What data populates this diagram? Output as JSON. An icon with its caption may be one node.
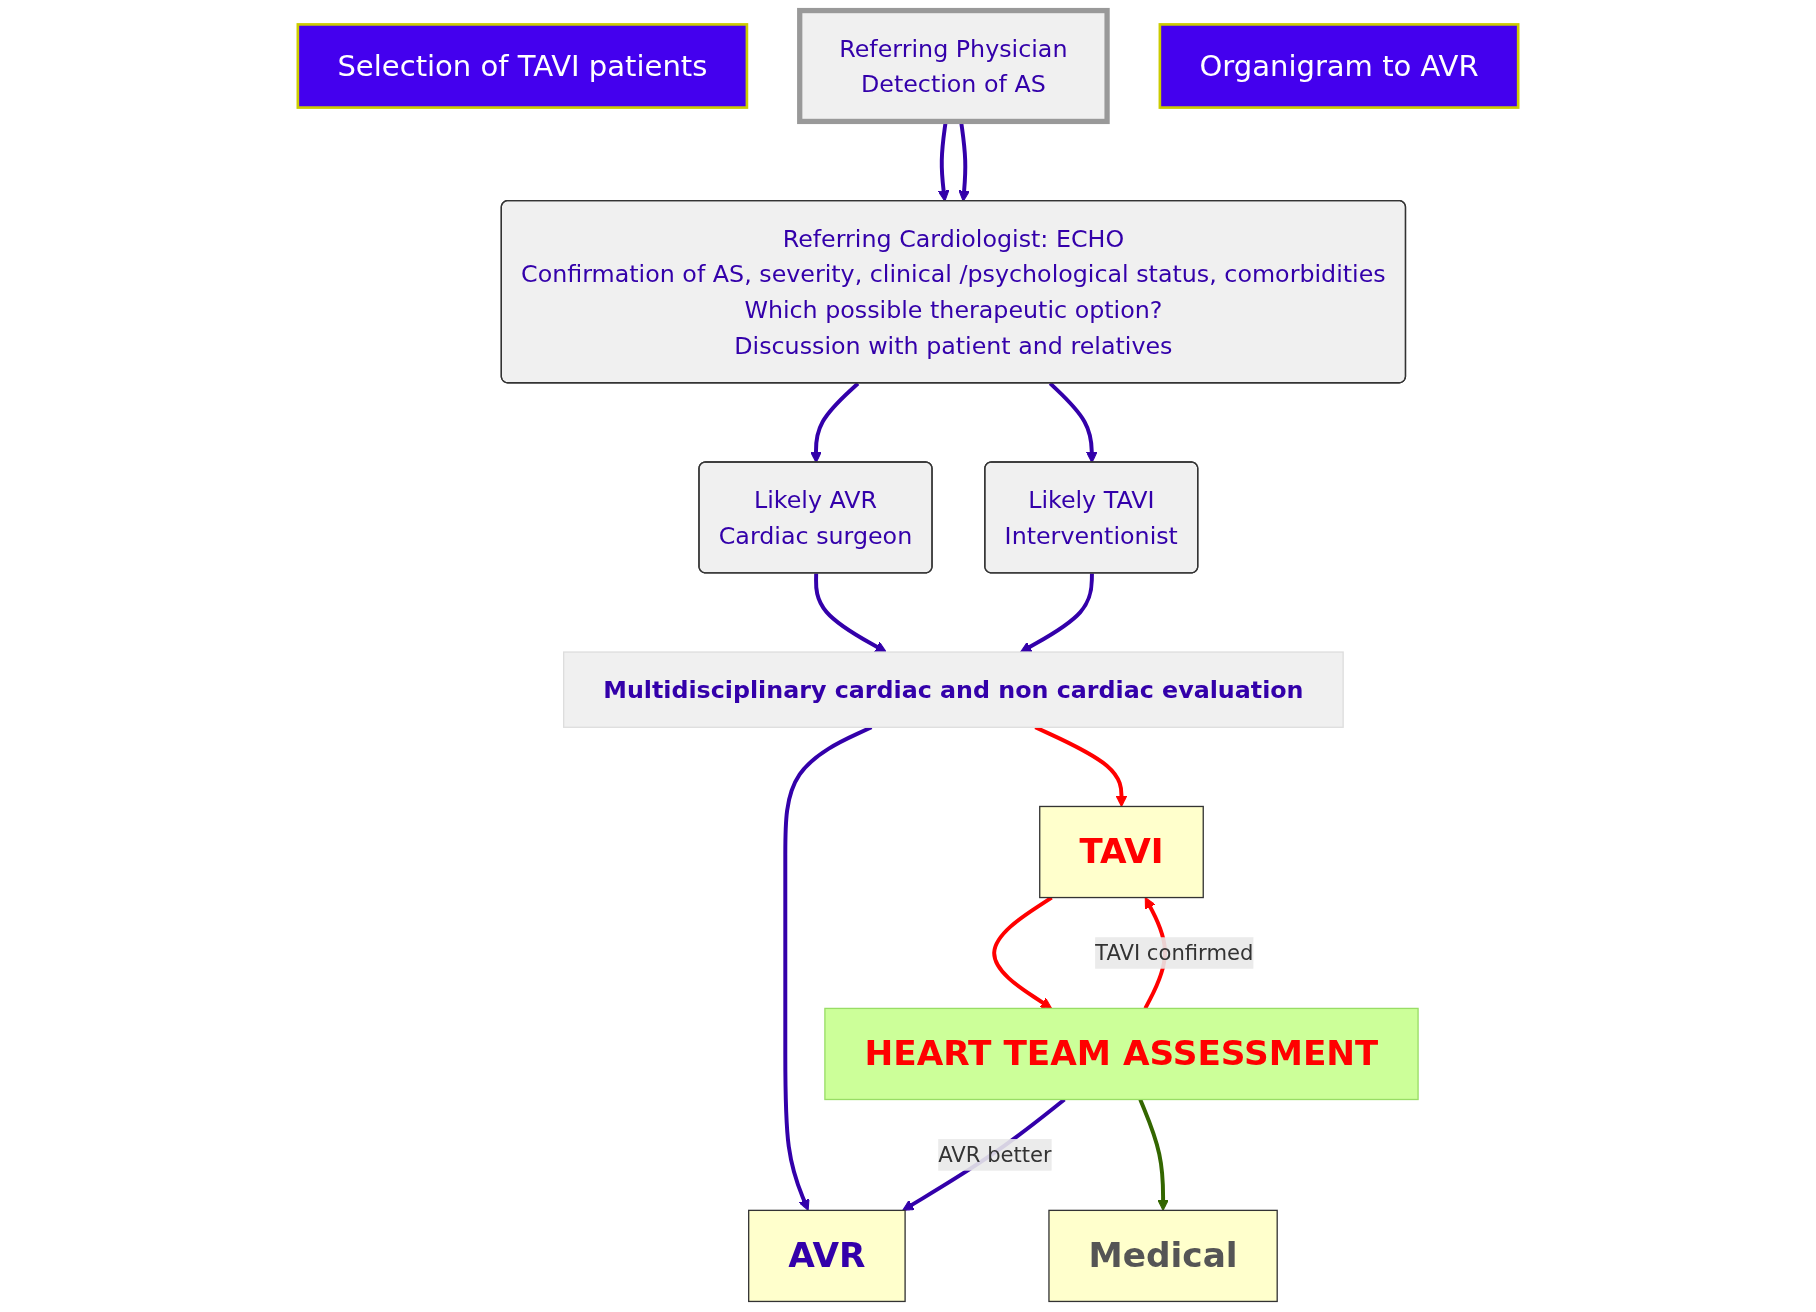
{
  "diagram": {
    "nodes": [
      {
        "text": [
          "Selection of TAVI patients"
        ]
      },
      {
        "text": [
          "Referring Physician",
          "Detection of AS"
        ]
      },
      {
        "text": [
          "Organigram to AVR"
        ]
      },
      {
        "text": [
          "Referring Cardiologist: ECHO",
          "Confirmation of AS, severity, clinical /psychological status, comorbidities",
          "Which possible therapeutic option?",
          "Discussion with patient and relatives"
        ]
      },
      {
        "text": [
          "Likely AVR",
          "Cardiac surgeon"
        ]
      },
      {
        "text": [
          "Likely TAVI",
          "Interventionist"
        ]
      },
      {
        "text": [
          "Multidisciplinary cardiac and non cardiac evaluation"
        ]
      },
      {
        "text": [
          "HEART TEAM ASSESSMENT"
        ]
      },
      {
        "text": [
          "AVR"
        ]
      },
      {
        "text": [
          "Medical"
        ]
      },
      {
        "text": [
          "TAVI"
        ]
      }
    ],
    "edges": [
      {
        "from": 1,
        "to": 3,
        "arrow": "to"
      },
      {
        "from": 1,
        "to": 3,
        "arrow": "to"
      },
      {
        "from": 3,
        "to": 4,
        "arrow": "to"
      },
      {
        "from": 3,
        "to": 5,
        "arrow": "to"
      },
      {
        "from": 4,
        "to": 6,
        "arrow": "to"
      },
      {
        "from": 5,
        "to": 6,
        "arrow": "to"
      },
      {
        "from": 6,
        "to": 8,
        "arrow": "to"
      },
      {
        "from": 6,
        "to": 10,
        "arrow": "to",
        "color": "#ff0000"
      },
      {
        "from": 10,
        "to": 7,
        "arrow": "to",
        "color": "#ff0000"
      },
      {
        "from": 7,
        "to": 9,
        "arrow": "to",
        "color": "#336600"
      },
      {
        "from": 7,
        "to": 8,
        "label": "AVR better",
        "arrow": "to"
      },
      {
        "from": 7,
        "to": 10,
        "label": "TAVI confirmed",
        "arrow": "to",
        "color": "#ff0000"
      }
    ]
  }
}
